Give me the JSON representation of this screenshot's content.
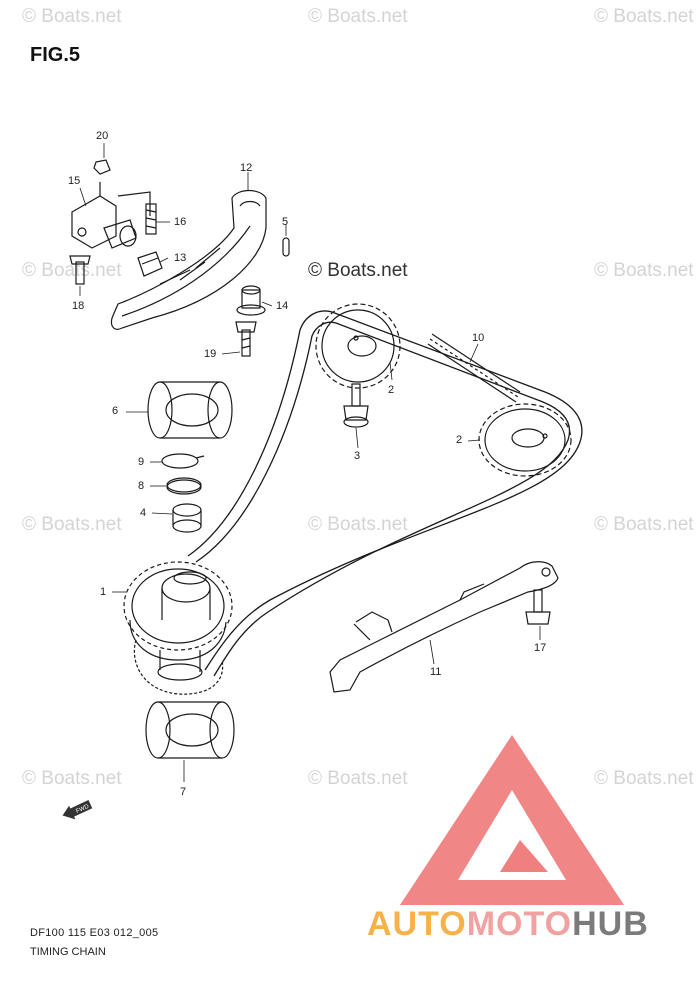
{
  "figure": {
    "title": "FIG.5"
  },
  "watermark": {
    "small": "© Boats.net",
    "center": "© Boats.net"
  },
  "parts": [
    {
      "number": "20"
    },
    {
      "number": "15"
    },
    {
      "number": "16"
    },
    {
      "number": "13"
    },
    {
      "number": "18"
    },
    {
      "number": "12"
    },
    {
      "number": "5"
    },
    {
      "number": "14"
    },
    {
      "number": "19"
    },
    {
      "number": "10"
    },
    {
      "number": "2"
    },
    {
      "number": "3"
    },
    {
      "number": "2"
    },
    {
      "number": "6"
    },
    {
      "number": "9"
    },
    {
      "number": "8"
    },
    {
      "number": "4"
    },
    {
      "number": "1"
    },
    {
      "number": "11"
    },
    {
      "number": "17"
    },
    {
      "number": "7"
    }
  ],
  "footer": {
    "code": "DF100 115 E03 012_005",
    "name": "TIMING CHAIN"
  },
  "brand": {
    "part1": "AUTO",
    "part2": "MOTO",
    "part3": "HUB"
  },
  "colors": {
    "line": "#1a1a1a",
    "logo_red": "#f07f7f",
    "logo_yellow": "#f6b24a",
    "logo_gray": "#7b7b7b"
  },
  "icons": {
    "direction_arrow": "front-direction-arrow-icon"
  }
}
